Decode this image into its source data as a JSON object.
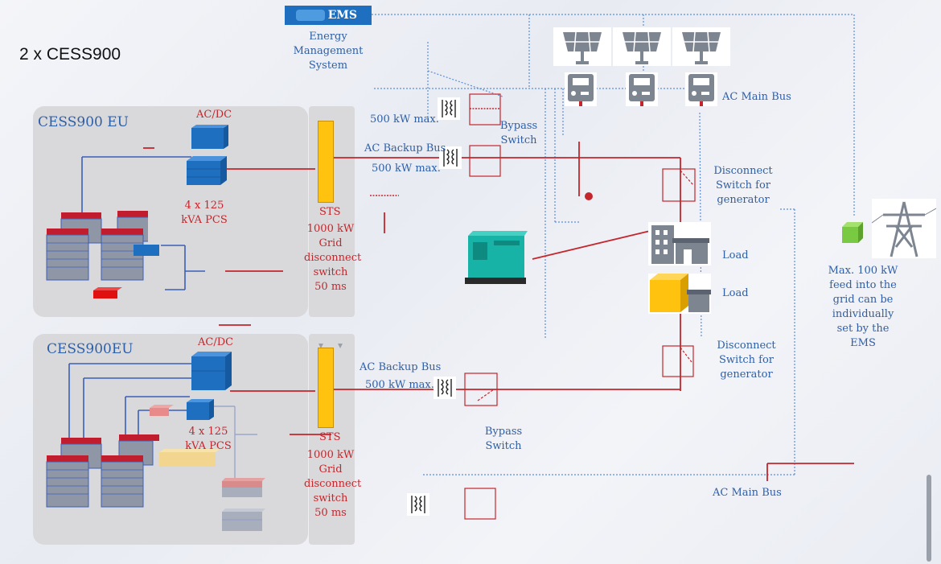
{
  "title": "2 x CESS900",
  "ems": {
    "label": "EMS",
    "caption_line1": "Energy",
    "caption_line2": "Management",
    "caption_line3": "System"
  },
  "top_system": {
    "name": "CESS900 EU",
    "acdc": "AC/DC",
    "pcs_line1": "4 x 125",
    "pcs_line2": "kVA PCS",
    "sts": "STS",
    "switch_line1": "1000 kW",
    "switch_line2": "Grid",
    "switch_line3": "disconnect",
    "switch_line4": "switch",
    "switch_line5": "50 ms",
    "transformer_max_top": "500 kW max.",
    "backup_bus": "AC Backup Bus",
    "transformer_max_bottom": "500 kW max.",
    "bypass_line1": "Bypass",
    "bypass_line2": "Switch"
  },
  "bottom_system": {
    "name": "CESS900EU",
    "acdc": "AC/DC",
    "pcs_line1": "4 x 125",
    "pcs_line2": "kVA PCS",
    "sts": "STS",
    "switch_line1": "1000 kW",
    "switch_line2": "Grid",
    "switch_line3": "disconnect",
    "switch_line4": "switch",
    "switch_line5": "50 ms",
    "backup_bus": "AC Backup Bus",
    "transformer_max": "500 kW max.",
    "bypass_line1": "Bypass",
    "bypass_line2": "Switch"
  },
  "right_side": {
    "ac_main_bus_top": "AC Main Bus",
    "disconnect_top_line1": "Disconnect",
    "disconnect_top_line2": "Switch for",
    "disconnect_top_line3": "generator",
    "load1": "Load",
    "load2": "Load",
    "disconnect_bottom_line1": "Disconnect",
    "disconnect_bottom_line2": "Switch for",
    "disconnect_bottom_line3": "generator",
    "ac_main_bus_bottom": "AC Main Bus",
    "grid_note_line1": "Max. 100 kW",
    "grid_note_line2": "feed into the",
    "grid_note_line3": "grid can be",
    "grid_note_line4": "individually",
    "grid_note_line5": "set by the",
    "grid_note_line6": "EMS"
  },
  "colors": {
    "line_red": "#c4262c",
    "line_blue_dotted": "#5b8fd6",
    "sts_yellow": "#ffc20e",
    "pcs_blue": "#1f6fc0",
    "battery_red": "#c01e2e",
    "battery_grey": "#8f96a6",
    "generator_teal": "#17b3a6"
  },
  "icons": [
    "solar-panel-icon",
    "inverter-meter-icon",
    "transformer-icon",
    "generator-icon",
    "building-load-icon",
    "grid-pylon-icon",
    "battery-rack-icon"
  ]
}
